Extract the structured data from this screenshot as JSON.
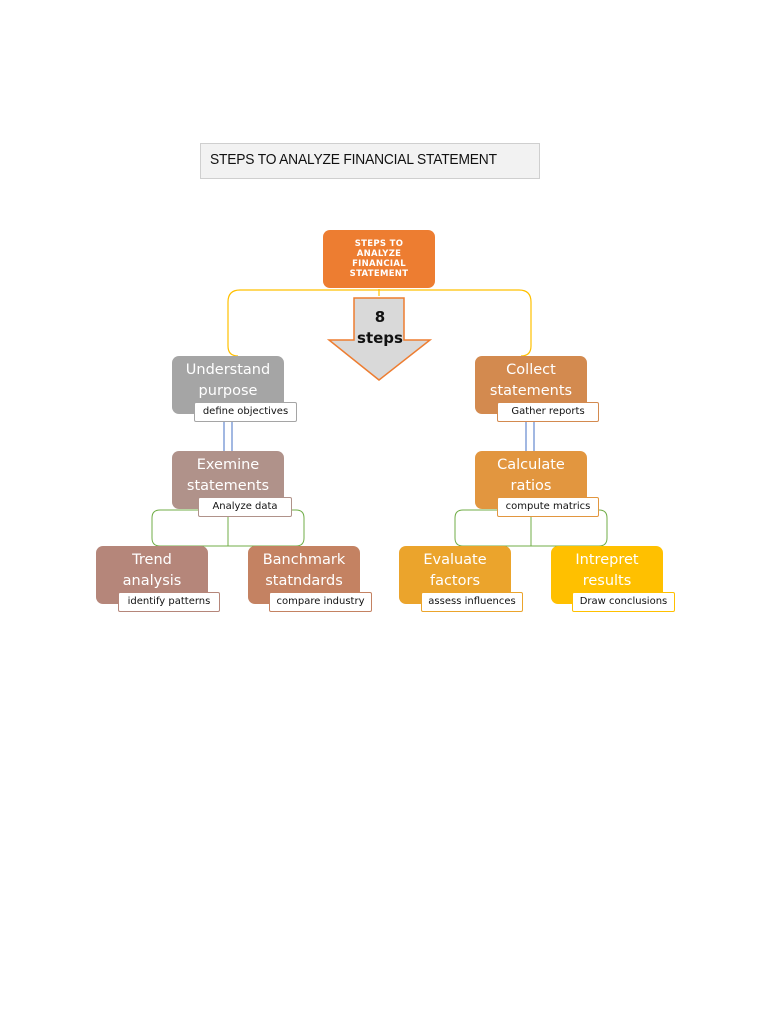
{
  "title": "STEPS TO ANALYZE FINANCIAL STATEMENT",
  "root": {
    "label": "STEPS TO ANALYZE FINANCIAL STATEMENT",
    "color": "#ed7d31"
  },
  "arrow": {
    "line1": "8",
    "line2": "steps",
    "color": "#d9d9d9"
  },
  "nodes": {
    "understand": {
      "line1": "Understand",
      "line2": "purpose",
      "tag": "define objectives",
      "color": "#a5a5a5"
    },
    "collect": {
      "line1": "Collect",
      "line2": "statements",
      "tag": "Gather reports",
      "color": "#d38a4f"
    },
    "examine": {
      "line1": "Exemine",
      "line2": "statements",
      "tag": "Analyze data",
      "color": "#b0928a"
    },
    "calculate": {
      "line1": "Calculate",
      "line2": "ratios",
      "tag": "compute matrics",
      "color": "#e2963f"
    },
    "trend": {
      "line1": "Trend",
      "line2": "analysis",
      "tag": "identify patterns",
      "color": "#b5867a"
    },
    "benchmark": {
      "line1": "Banchmark",
      "line2": "statndards",
      "tag": "compare industry",
      "color": "#c48262"
    },
    "evaluate": {
      "line1": "Evaluate",
      "line2": "factors",
      "tag": "assess influences",
      "color": "#eba42c"
    },
    "interpret": {
      "line1": "Intrepret",
      "line2": "results",
      "tag": "Draw conclusions",
      "color": "#ffc000"
    }
  }
}
